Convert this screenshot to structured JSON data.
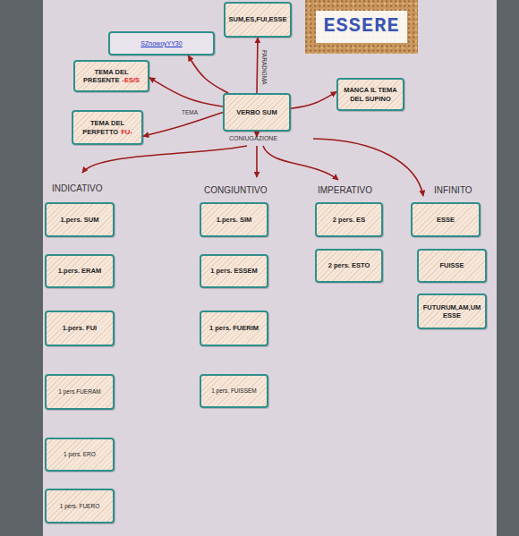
{
  "diagram": {
    "nodes": [
      {
        "text": [
          "SUM,ES,FUI,ESSE"
        ]
      },
      {
        "text": [
          "ESSERE"
        ]
      },
      {
        "text": [
          "SZnowoyYY30"
        ]
      },
      {
        "text": [
          "TEMA DEL PRESENTE",
          "-ES/S"
        ]
      },
      {
        "text": [
          "MANCA IL TEMA DEL SUPINO"
        ]
      },
      {
        "text": [
          "VERBO SUM"
        ]
      },
      {
        "text": [
          "TEMA DEL PERFETTO",
          "FU-"
        ]
      },
      {
        "text": [
          "1.pers. SUM"
        ]
      },
      {
        "text": [
          "1.pers. ERAM"
        ]
      },
      {
        "text": [
          "1.pers. FUI"
        ]
      },
      {
        "text": [
          "1 pers FUERAM"
        ]
      },
      {
        "text": [
          "1 pers. ERO"
        ]
      },
      {
        "text": [
          "1 pers. FUERO"
        ]
      },
      {
        "text": [
          "1.pers. SIM"
        ]
      },
      {
        "text": [
          "1 pers. ESSEM"
        ]
      },
      {
        "text": [
          "1 pers. FUERIM"
        ]
      },
      {
        "text": [
          "1 pers. FUISSEM"
        ]
      },
      {
        "text": [
          "2 pers. ES"
        ]
      },
      {
        "text": [
          "2 pers. ESTO"
        ]
      },
      {
        "text": [
          "ESSE"
        ]
      },
      {
        "text": [
          "FUISSE"
        ]
      },
      {
        "text": [
          "FUTURUM,AM,UM ESSE"
        ]
      }
    ],
    "edges": [
      {
        "from": 5,
        "to": 0,
        "arrow": "to",
        "label": "PARADIGMA"
      },
      {
        "from": 5,
        "to": 2,
        "arrow": "to"
      },
      {
        "from": 5,
        "to": 3,
        "arrow": "to"
      },
      {
        "from": 5,
        "to": 4,
        "arrow": "to"
      },
      {
        "from": 5,
        "to": 6,
        "arrow": "to",
        "label": "TEMA"
      }
    ],
    "labels": [
      "CONIUGAZIONE",
      "INDICATIVO",
      "CONGIUNTIVO",
      "IMPERATIVO",
      "INFINITO"
    ]
  }
}
